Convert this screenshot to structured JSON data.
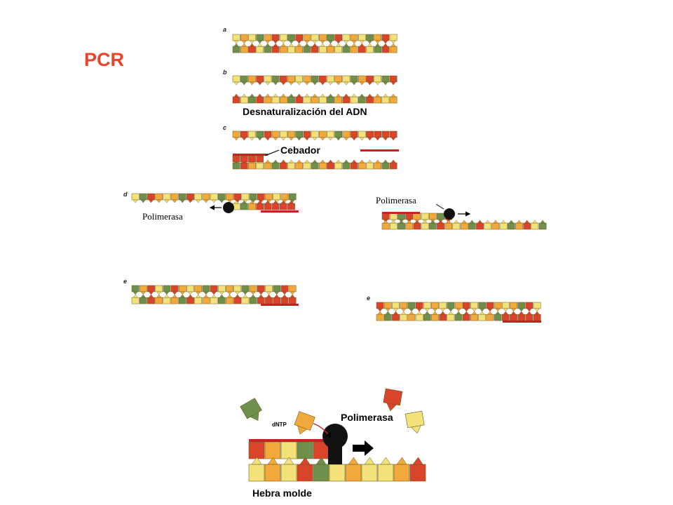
{
  "title": "PCR",
  "palette": {
    "yellow": "#f3e27a",
    "orange": "#f2a93b",
    "red": "#d9442b",
    "green": "#6f8f4c",
    "primer": "#cc2020",
    "title": "#e8452a"
  },
  "panels": {
    "a": {
      "letter": "a"
    },
    "b": {
      "letter": "b",
      "caption": "Desnaturalización del ADN"
    },
    "c": {
      "letter": "c",
      "primer_label": "Cebador"
    },
    "d": {
      "letter": "d",
      "polymerase_label": "Polimerasa"
    },
    "d_right": {
      "polymerase_label": "Polimerasa"
    },
    "e": {
      "letter": "e"
    },
    "e_right": {
      "letter": "e"
    }
  },
  "detail": {
    "dntp_label": "dNTP",
    "polymerase_label": "Polimerasa",
    "template_label": "Hebra molde"
  }
}
